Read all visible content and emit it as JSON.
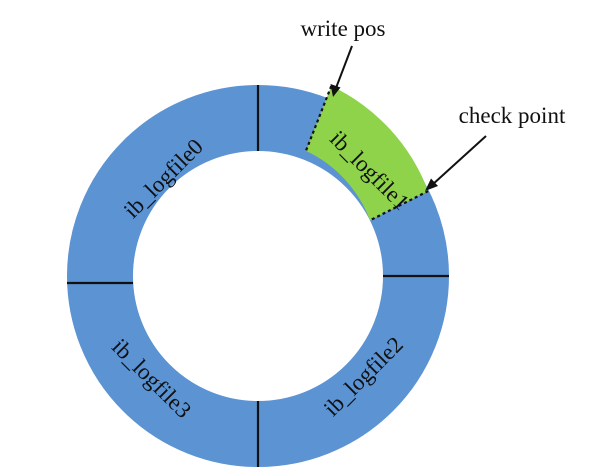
{
  "colors": {
    "ring": "#5b93d3",
    "active": "#8fd34a"
  },
  "segments": [
    {
      "label": "ib_logfile0"
    },
    {
      "label": "ib_logfile1"
    },
    {
      "label": "ib_logfile2"
    },
    {
      "label": "ib_logfile3"
    }
  ],
  "callouts": {
    "write_pos": "write pos",
    "check_point": "check point"
  }
}
